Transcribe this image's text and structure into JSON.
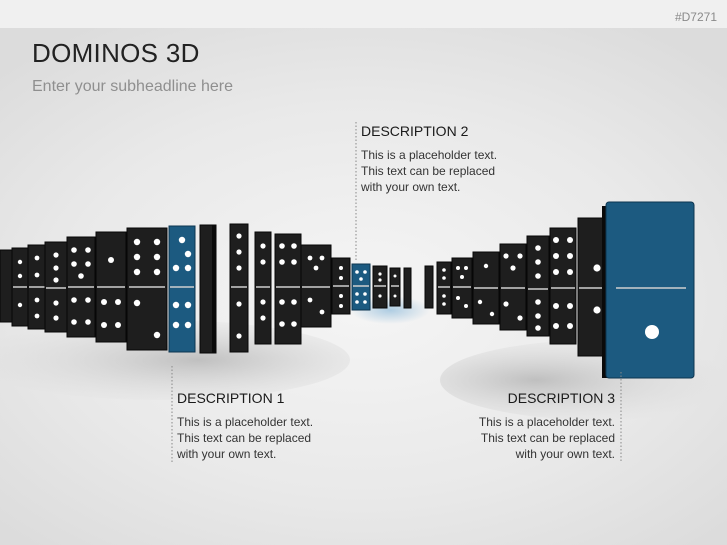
{
  "slide_id": "#D7271",
  "title": "DOMINOS 3D",
  "subtitle": "Enter your subheadline here",
  "descriptions": [
    {
      "heading": "DESCRIPTION 1",
      "body": [
        "This is a placeholder text.",
        "This text can be replaced",
        "with your own text."
      ]
    },
    {
      "heading": "DESCRIPTION 2",
      "body": [
        "This is a placeholder text.",
        "This text can be replaced",
        "with your own text."
      ]
    },
    {
      "heading": "DESCRIPTION 3",
      "body": [
        "This is a placeholder text.",
        "This text can be replaced",
        "with your own text."
      ]
    }
  ],
  "colors": {
    "accent_blue": "#1c5a80",
    "domino_black": "#1e1e1e"
  }
}
